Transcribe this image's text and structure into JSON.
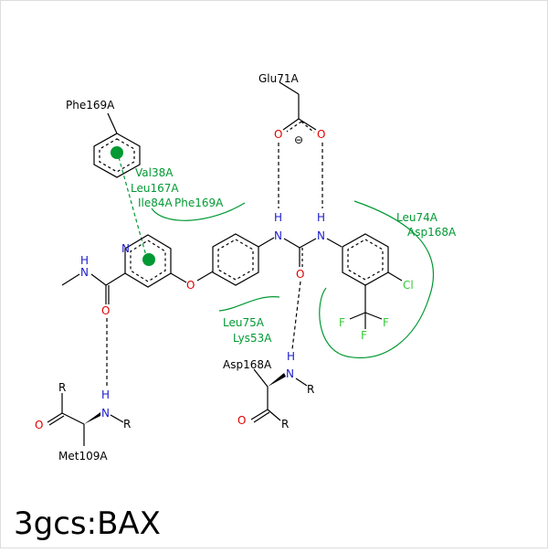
{
  "complex_id": "3gcs:BAX",
  "residues": {
    "phe169_ring": "Phe169A",
    "val38": "Val38A",
    "leu167": "Leu167A",
    "ile84": "Ile84A",
    "phe169_hydro": "Phe169A",
    "glu71": "Glu71A",
    "leu74": "Leu74A",
    "asp168_hydro": "Asp168A",
    "leu75": "Leu75A",
    "lys53": "Lys53A",
    "asp168_backbone": "Asp168A",
    "met109": "Met109A"
  },
  "atoms": {
    "O": "O",
    "N": "N",
    "H": "H",
    "R": "R",
    "F": "F",
    "Cl": "Cl",
    "minus": "⊖"
  },
  "colors": {
    "bond": "#000000",
    "nitrogen": "#1a1acc",
    "oxygen": "#e00000",
    "hydrophobic": "#009933",
    "halogen": "#33cc33"
  }
}
